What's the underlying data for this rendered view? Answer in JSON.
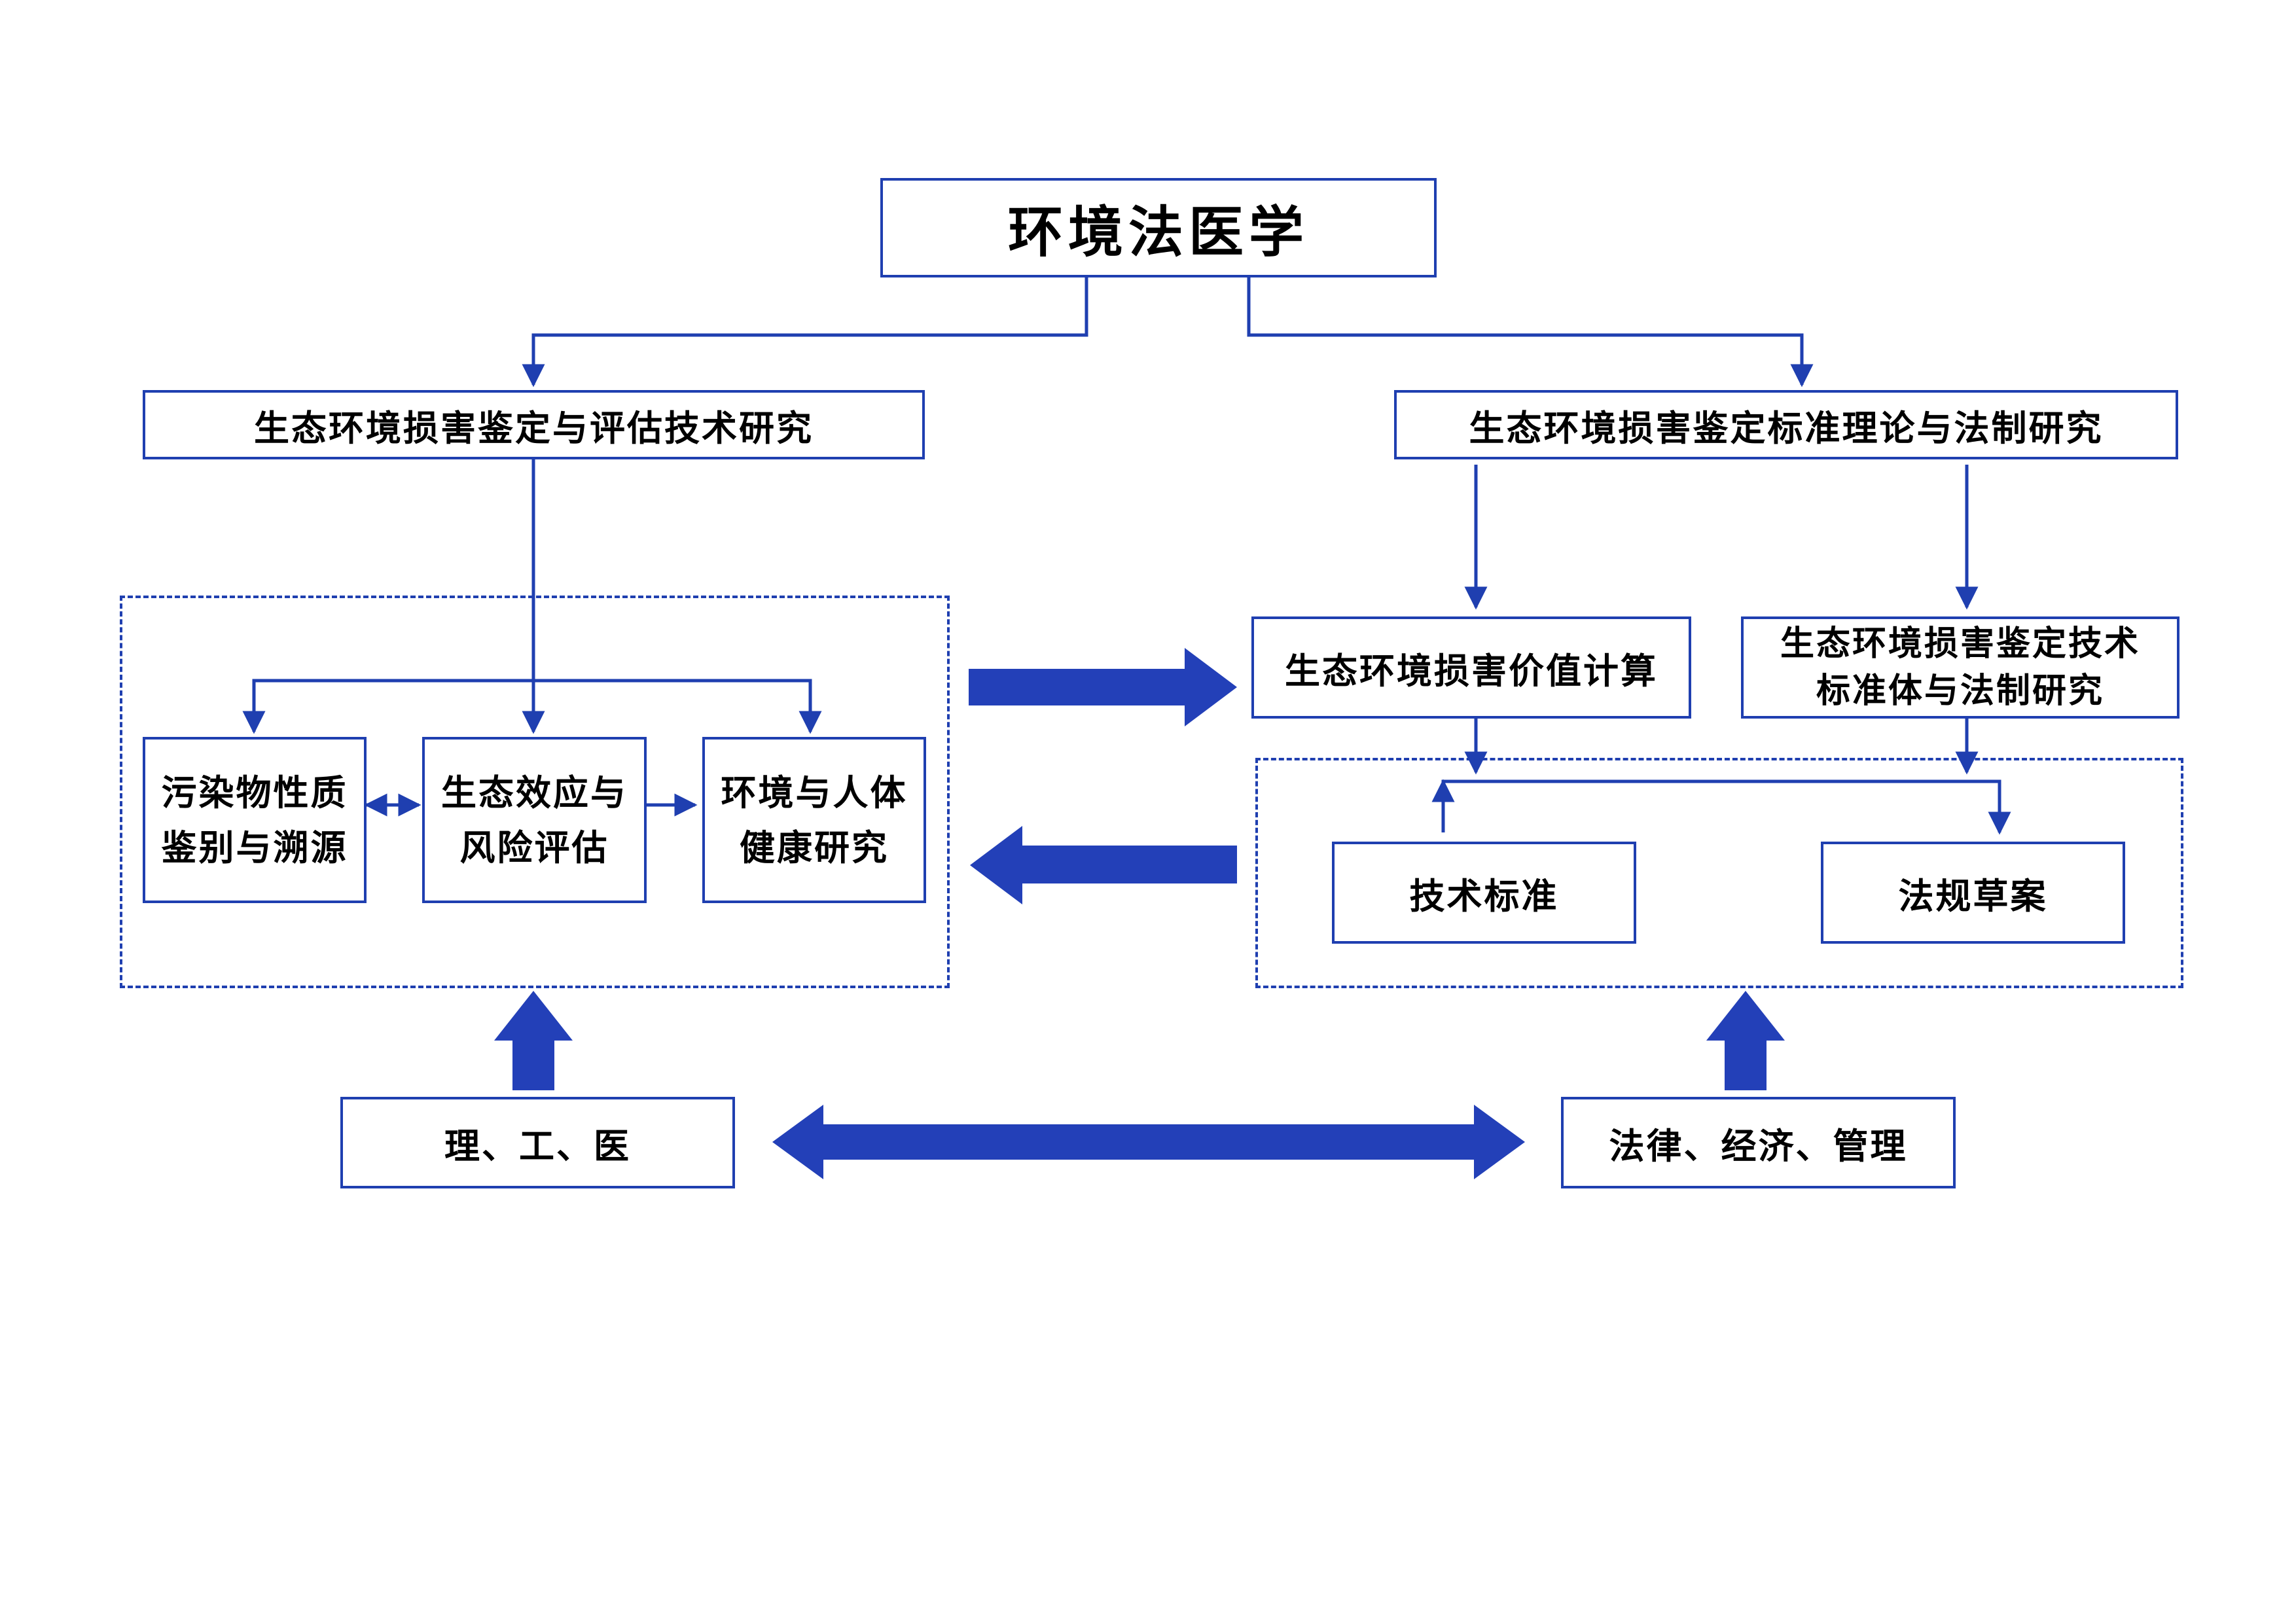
{
  "colors": {
    "line": "#1f3fb0",
    "block_arrow": "#2340b8",
    "text": "#000000",
    "background": "#ffffff"
  },
  "root": {
    "label": "环境法医学"
  },
  "left_branch": {
    "label": "生态环境损害鉴定与评估技术研究"
  },
  "right_branch": {
    "label": "生态环境损害鉴定标准理论与法制研究"
  },
  "left_group": {
    "items": [
      {
        "label": "污染物性质\n鉴别与溯源"
      },
      {
        "label": "生态效应与\n风险评估"
      },
      {
        "label": "环境与人体\n健康研究"
      }
    ]
  },
  "right_sub": {
    "value_calc": {
      "label": "生态环境损害价值计算"
    },
    "standard_system": {
      "label": "生态环境损害鉴定技术\n标准体与法制研究"
    }
  },
  "right_group": {
    "items": [
      {
        "label": "技术标准"
      },
      {
        "label": "法规草案"
      }
    ]
  },
  "foundations": {
    "science": {
      "label": "理、工、医"
    },
    "social": {
      "label": "法律、经济、管理"
    }
  }
}
